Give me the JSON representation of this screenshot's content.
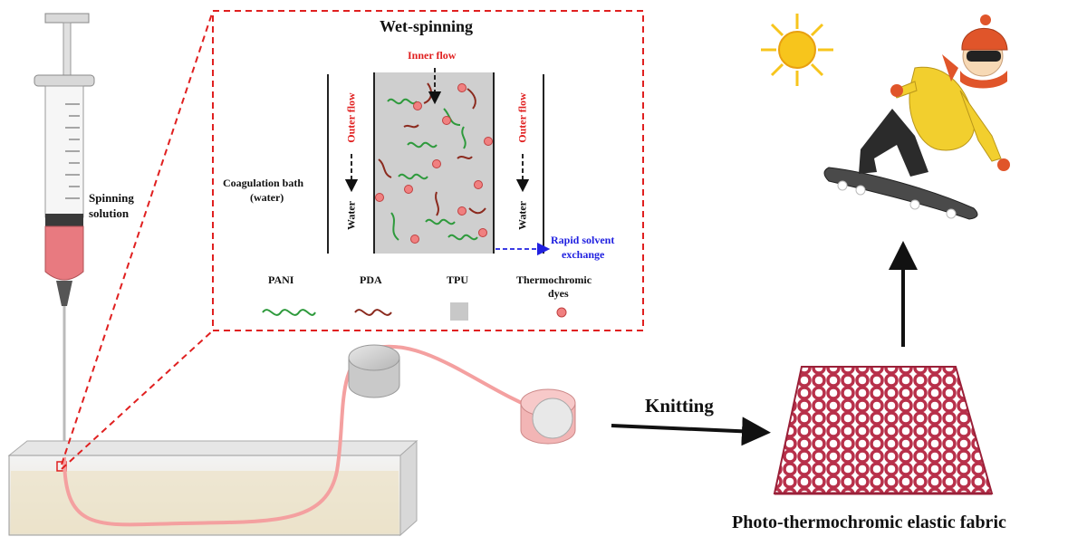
{
  "labels": {
    "title": "Wet-spinning",
    "inner_flow": "Inner flow",
    "outer_flow": "Outer flow",
    "water": "Water",
    "coagulation_bath_line1": "Coagulation bath",
    "coagulation_bath_line2": "(water)",
    "rapid_exchange_line1": "Rapid solvent",
    "rapid_exchange_line2": "exchange",
    "spinning_line1": "Spinning",
    "spinning_line2": "solution",
    "knitting": "Knitting",
    "fabric_caption": "Photo-thermochromic elastic fabric"
  },
  "legend": [
    {
      "label": "PANI",
      "symbol": "green-wave"
    },
    {
      "label": "PDA",
      "symbol": "brown-wave"
    },
    {
      "label": "TPU",
      "symbol": "gray-square"
    },
    {
      "label_line1": "Thermochromic",
      "label_line2": "dyes",
      "symbol": "red-dot"
    }
  ],
  "colors": {
    "pani": "#2e9a3c",
    "pda": "#8b2a1e",
    "tpu": "#c8c8c8",
    "dye": "#f08080",
    "dashed_box": "#e02020",
    "flow_red": "#e02020",
    "exchange_blue": "#2020e0",
    "fiber": "#f4a0a0",
    "fabric": "#b8304a",
    "sun": "#f7c51c"
  }
}
